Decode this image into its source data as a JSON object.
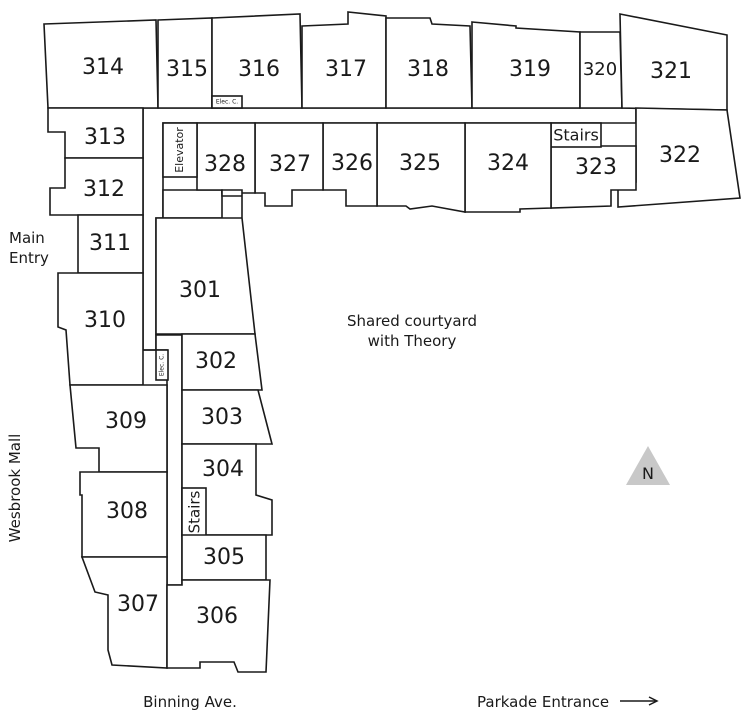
{
  "units": {
    "u301": "301",
    "u302": "302",
    "u303": "303",
    "u304": "304",
    "u305": "305",
    "u306": "306",
    "u307": "307",
    "u308": "308",
    "u309": "309",
    "u310": "310",
    "u311": "311",
    "u312": "312",
    "u313": "313",
    "u314": "314",
    "u315": "315",
    "u316": "316",
    "u317": "317",
    "u318": "318",
    "u319": "319",
    "u320": "320",
    "u321": "321",
    "u322": "322",
    "u323": "323",
    "u324": "324",
    "u325": "325",
    "u326": "326",
    "u327": "327",
    "u328": "328"
  },
  "rooms": {
    "elevator": "Elevator",
    "stairs_north": "Stairs",
    "stairs_south": "Stairs",
    "elec_north": "Elec. C.",
    "elec_west": "Elec. C."
  },
  "labels": {
    "main_entry_line1": "Main",
    "main_entry_line2": "Entry",
    "courtyard_line1": "Shared courtyard",
    "courtyard_line2": "with Theory",
    "west_street": "Wesbrook Mall",
    "south_street": "Binning Ave.",
    "parkade": "Parkade Entrance",
    "north": "N"
  },
  "colors": {
    "line": "#1a1a1a",
    "north_marker": "#c8c8c8"
  }
}
